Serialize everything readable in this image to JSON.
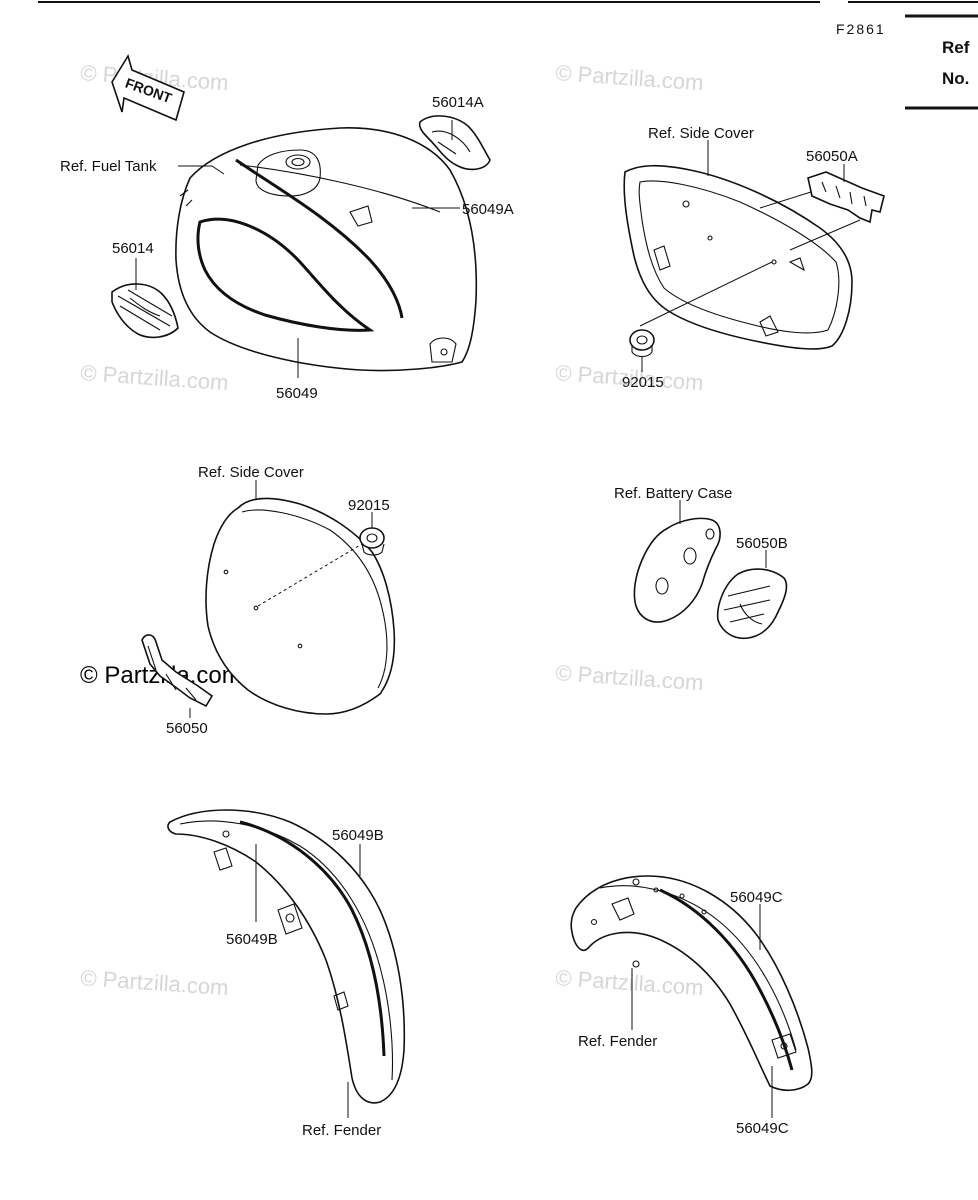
{
  "header": {
    "figure_code": "F2861",
    "ref_label": "Ref",
    "no_label": "No."
  },
  "front_arrow": {
    "label": "FRONT"
  },
  "watermarks": {
    "text": "© Partzilla.com"
  },
  "callouts": {
    "fuel_tank_ref": "Ref. Fuel Tank",
    "p56014A": "56014A",
    "p56049A": "56049A",
    "p56014": "56014",
    "p56049": "56049",
    "side_cover_ref_1": "Ref. Side Cover",
    "p56050A": "56050A",
    "p92015_1": "92015",
    "side_cover_ref_2": "Ref. Side Cover",
    "p92015_2": "92015",
    "p56050": "56050",
    "battery_case_ref": "Ref. Battery Case",
    "p56050B": "56050B",
    "p56049B_1": "56049B",
    "p56049B_2": "56049B",
    "front_fender_ref": "Ref. Fender",
    "p56049C_1": "56049C",
    "rear_fender_ref": "Ref. Fender",
    "p56049C_2": "56049C"
  }
}
